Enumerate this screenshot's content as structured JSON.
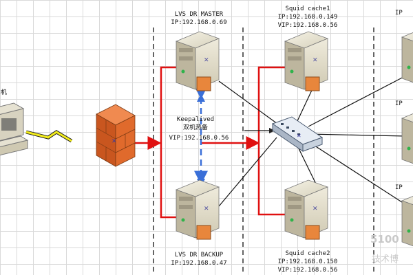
{
  "nodes": {
    "client_label": "机",
    "lvs_master": {
      "name": "LVS DR MASTER",
      "ip": "IP:192.168.0.69"
    },
    "lvs_backup": {
      "name": "LVS DR BACKUP",
      "ip": "IP:192.168.0.47"
    },
    "keepalived": {
      "line1": "Keepalived",
      "line2": "双机热备",
      "vip": "VIP:192.168.0.56"
    },
    "squid1": {
      "name": "Squid cache1",
      "ip": "IP:192.168.0.149",
      "vip": "VIP:192.168.0.56"
    },
    "squid2": {
      "name": "Squid cache2",
      "ip": "IP:192.168.0.150",
      "vip": "VIP:192.168.0.56"
    },
    "right_ip_top": "IP",
    "right_ip_mid": "IP",
    "right_ip_bot": "IP"
  },
  "watermark": {
    "line1": "5100",
    "line2": "技术博"
  },
  "colors": {
    "link_red": "#e01010",
    "heartbeat_blue": "#3a6fd8",
    "firewall": "#e06a2c",
    "server_body": "#e8e4d4",
    "grid": "#d9d9d9"
  }
}
